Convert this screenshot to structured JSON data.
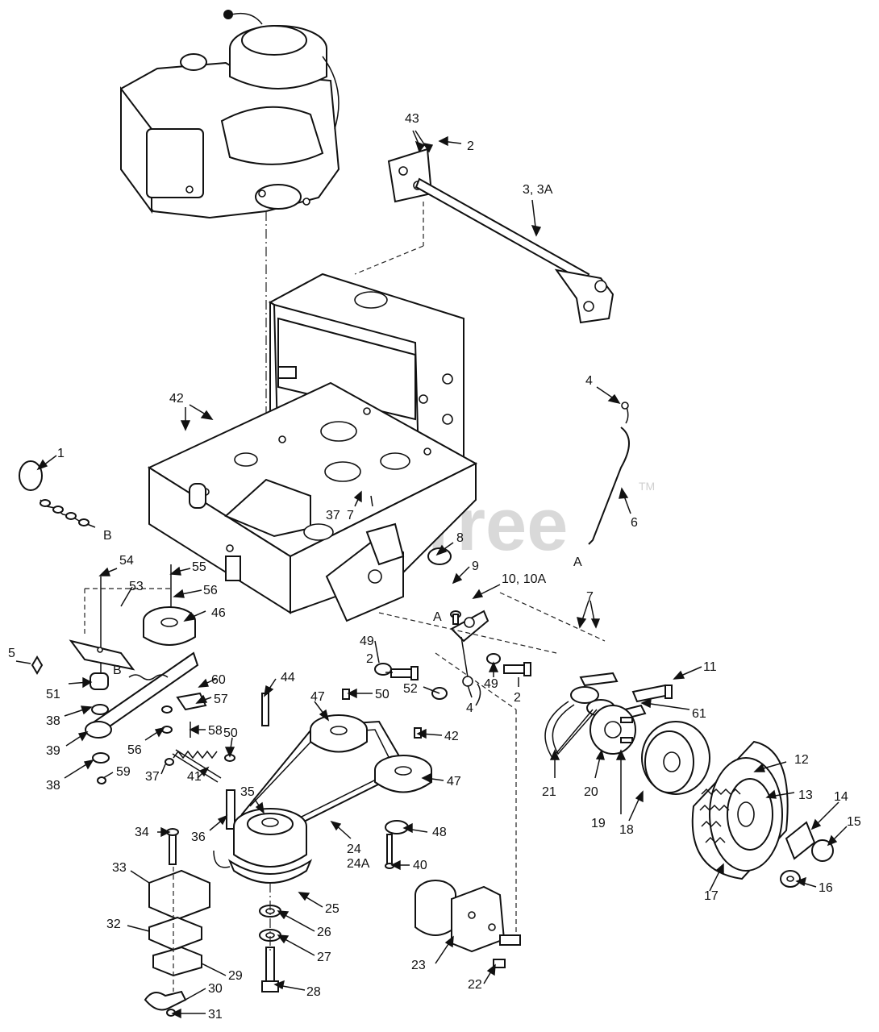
{
  "watermark": {
    "text": "PartsTree",
    "trademark": "TM"
  },
  "callouts": [
    {
      "id": "c-43",
      "label": "43"
    },
    {
      "id": "c-2a",
      "label": "2"
    },
    {
      "id": "c-3",
      "label": "3, 3A"
    },
    {
      "id": "c-4a",
      "label": "4"
    },
    {
      "id": "c-42a",
      "label": "42"
    },
    {
      "id": "c-1",
      "label": "1"
    },
    {
      "id": "c-B1",
      "label": "B"
    },
    {
      "id": "c-6",
      "label": "6"
    },
    {
      "id": "c-A1",
      "label": "A"
    },
    {
      "id": "c-37a",
      "label": "37"
    },
    {
      "id": "c-7a",
      "label": "7"
    },
    {
      "id": "c-8",
      "label": "8"
    },
    {
      "id": "c-54",
      "label": "54"
    },
    {
      "id": "c-55",
      "label": "55"
    },
    {
      "id": "c-53",
      "label": "53"
    },
    {
      "id": "c-9",
      "label": "9"
    },
    {
      "id": "c-10",
      "label": "10, 10A"
    },
    {
      "id": "c-A2",
      "label": "A"
    },
    {
      "id": "c-56a",
      "label": "56"
    },
    {
      "id": "c-46",
      "label": "46"
    },
    {
      "id": "c-7b",
      "label": "7"
    },
    {
      "id": "c-5",
      "label": "5"
    },
    {
      "id": "c-49a",
      "label": "49"
    },
    {
      "id": "c-2b",
      "label": "2"
    },
    {
      "id": "c-B2",
      "label": "B"
    },
    {
      "id": "c-11",
      "label": "11"
    },
    {
      "id": "c-60",
      "label": "60"
    },
    {
      "id": "c-44",
      "label": "44"
    },
    {
      "id": "c-52",
      "label": "52"
    },
    {
      "id": "c-49b",
      "label": "49"
    },
    {
      "id": "c-2c",
      "label": "2"
    },
    {
      "id": "c-51",
      "label": "51"
    },
    {
      "id": "c-57",
      "label": "57"
    },
    {
      "id": "c-50a",
      "label": "50"
    },
    {
      "id": "c-4b",
      "label": "4"
    },
    {
      "id": "c-61",
      "label": "61"
    },
    {
      "id": "c-38a",
      "label": "38"
    },
    {
      "id": "c-47a",
      "label": "47"
    },
    {
      "id": "c-58",
      "label": "58"
    },
    {
      "id": "c-42b",
      "label": "42"
    },
    {
      "id": "c-50b",
      "label": "50"
    },
    {
      "id": "c-39",
      "label": "39"
    },
    {
      "id": "c-56b",
      "label": "56"
    },
    {
      "id": "c-12",
      "label": "12"
    },
    {
      "id": "c-38b",
      "label": "38"
    },
    {
      "id": "c-59",
      "label": "59"
    },
    {
      "id": "c-37b",
      "label": "37"
    },
    {
      "id": "c-41",
      "label": "41"
    },
    {
      "id": "c-47b",
      "label": "47"
    },
    {
      "id": "c-13",
      "label": "13"
    },
    {
      "id": "c-21",
      "label": "21"
    },
    {
      "id": "c-20",
      "label": "20"
    },
    {
      "id": "c-14",
      "label": "14"
    },
    {
      "id": "c-15",
      "label": "15"
    },
    {
      "id": "c-35",
      "label": "35"
    },
    {
      "id": "c-19",
      "label": "19"
    },
    {
      "id": "c-18",
      "label": "18"
    },
    {
      "id": "c-34",
      "label": "34"
    },
    {
      "id": "c-36",
      "label": "36"
    },
    {
      "id": "c-48",
      "label": "48"
    },
    {
      "id": "c-24",
      "label": "24"
    },
    {
      "id": "c-24A",
      "label": "24A"
    },
    {
      "id": "c-40",
      "label": "40"
    },
    {
      "id": "c-33",
      "label": "33"
    },
    {
      "id": "c-17",
      "label": "17"
    },
    {
      "id": "c-16",
      "label": "16"
    },
    {
      "id": "c-25",
      "label": "25"
    },
    {
      "id": "c-32",
      "label": "32"
    },
    {
      "id": "c-26",
      "label": "26"
    },
    {
      "id": "c-27",
      "label": "27"
    },
    {
      "id": "c-23",
      "label": "23"
    },
    {
      "id": "c-29",
      "label": "29"
    },
    {
      "id": "c-30",
      "label": "30"
    },
    {
      "id": "c-28",
      "label": "28"
    },
    {
      "id": "c-22",
      "label": "22"
    },
    {
      "id": "c-31",
      "label": "31"
    }
  ]
}
